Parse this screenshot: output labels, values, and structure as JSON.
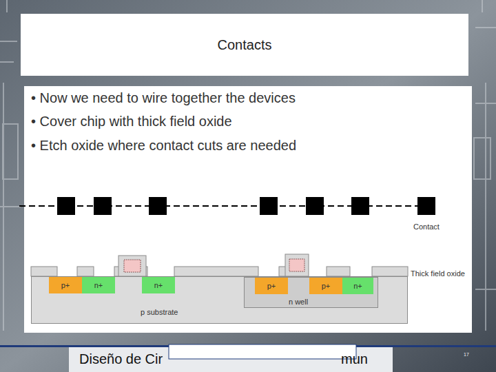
{
  "diagram": {
    "title": "Contacts",
    "nodes": [
      {
        "text": [
          "Contacts"
        ]
      },
      {
        "text": [
          "• Now we need to wire together the devices",
          "• Cover chip with thick field oxide",
          "• Etch oxide where contact cuts are needed"
        ]
      },
      {
        "text": [
          "p substrate"
        ],
        "in": 1
      },
      {
        "text": [
          "n well"
        ],
        "in": 2
      },
      {
        "text": [
          "p+"
        ],
        "in": 2
      },
      {
        "text": [
          "n+"
        ],
        "in": 2
      },
      {
        "text": [
          "n+"
        ],
        "in": 2
      },
      {
        "text": [
          "p+"
        ],
        "in": 3
      },
      {
        "text": [
          "p+"
        ],
        "in": 3
      },
      {
        "text": [
          "n+"
        ],
        "in": 3
      }
    ],
    "labels": [
      "Contact",
      "Thick field oxide",
      "Diseño de Cir",
      "mun",
      "17"
    ]
  }
}
